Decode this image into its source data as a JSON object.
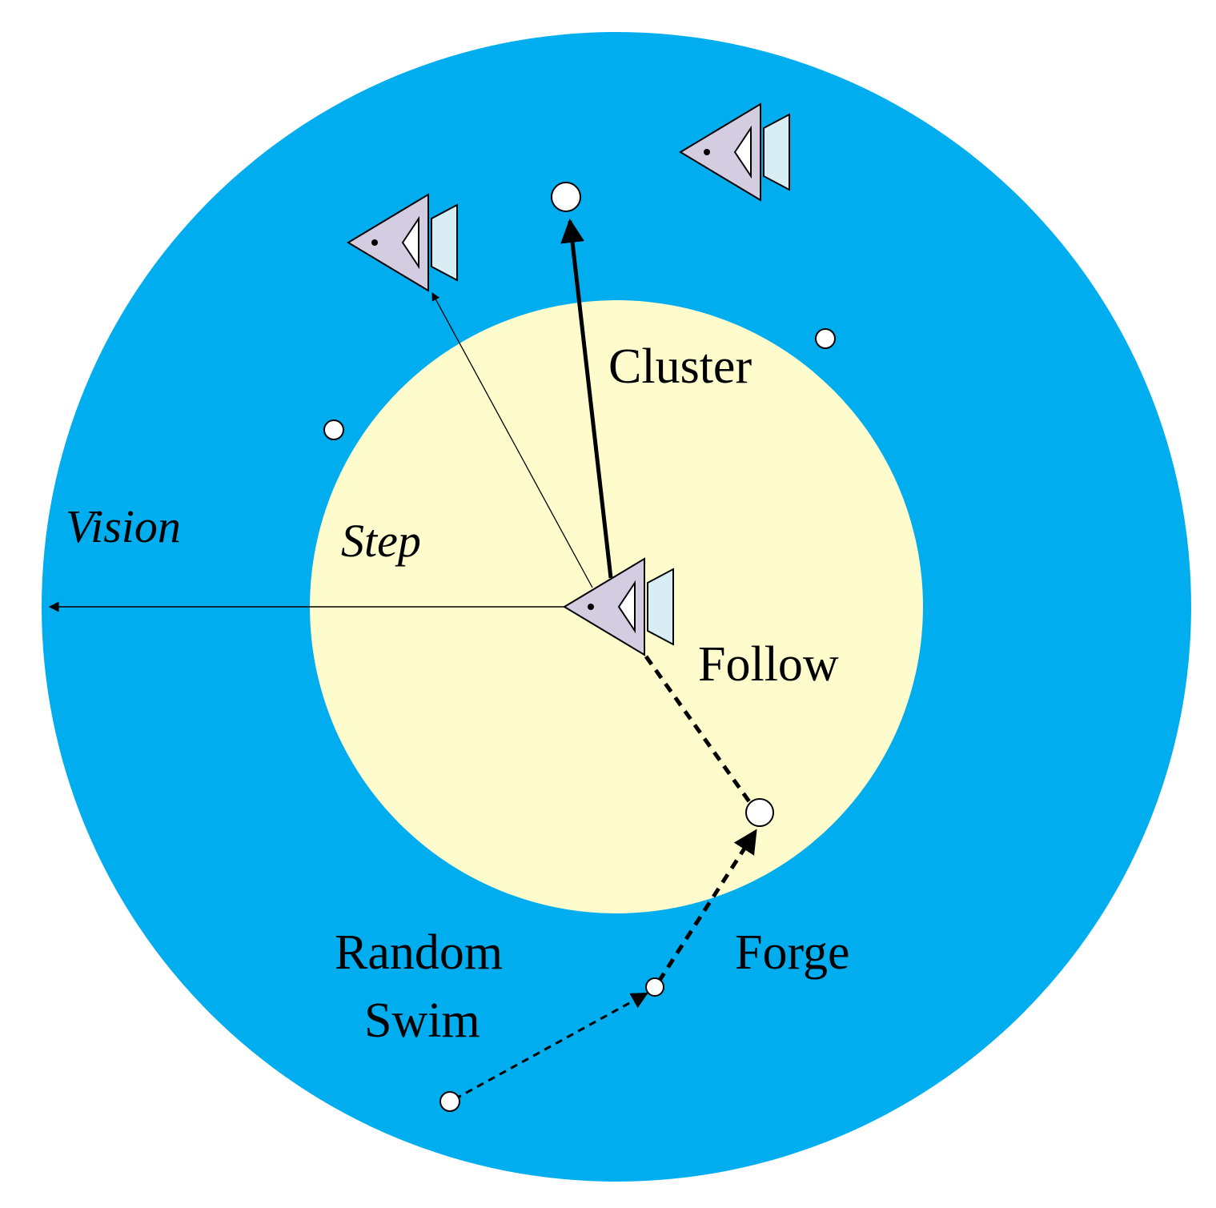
{
  "labels": {
    "vision": "Vision",
    "step": "Step",
    "cluster": "Cluster",
    "follow": "Follow",
    "forge": "Forge",
    "random_line1": "Random",
    "random_line2": "Swim"
  },
  "colors": {
    "vision_area": "#00aeef",
    "step_area": "#fefbcc",
    "fish_body": "#d4cce0",
    "fish_tail": "#d9eef4",
    "food": "#ffffff",
    "line": "#000000"
  },
  "icons": {
    "fish": "fish-icon",
    "food": "food-dot-icon"
  }
}
